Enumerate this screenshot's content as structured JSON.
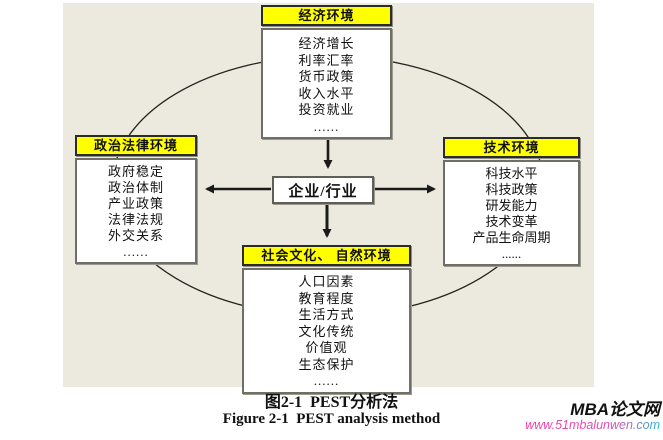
{
  "diagram": {
    "center_label": "企业/行业",
    "boxes": {
      "economic": {
        "title": "经济环境",
        "items": [
          "经济增长",
          "利率汇率",
          "货币政策",
          "收入水平",
          "投资就业",
          "......"
        ]
      },
      "political": {
        "title": "政治法律环境",
        "items": [
          "政府稳定",
          "政治体制",
          "产业政策",
          "法律法规",
          "外交关系",
          "......"
        ]
      },
      "technological": {
        "title": "技术环境",
        "items": [
          "科技水平",
          "科技政策",
          "研发能力",
          "技术变革",
          "产品生命周期",
          "......"
        ]
      },
      "social": {
        "title": "社会文化、 自然环境",
        "items": [
          "人口因素",
          "教育程度",
          "生活方式",
          "文化传统",
          "价值观",
          "生态保护",
          "......"
        ]
      }
    },
    "colors": {
      "canvas_bg": "#ECE9DE",
      "header_bg": "#FFFF00",
      "box_bg": "#FFFFFF",
      "line": "#1a1a1a"
    }
  },
  "caption": {
    "zh": "图2-1  PEST分析法",
    "en": "Figure 2-1  PEST analysis method"
  },
  "watermark": {
    "site_name": "MBA论文网",
    "url": "www.51mbalunwen.com",
    "url_gradient_start": "#F23FA4",
    "url_gradient_end": "#23B5DB"
  }
}
